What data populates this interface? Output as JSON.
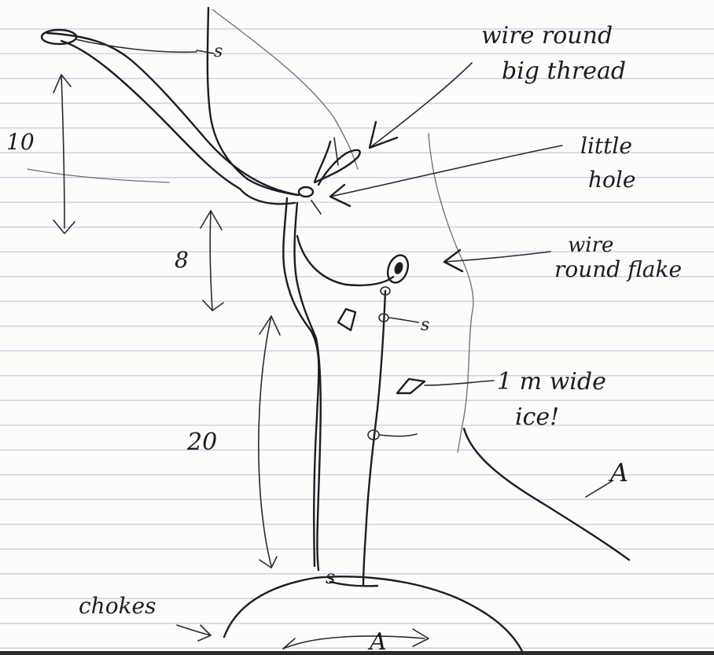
{
  "labels": {
    "wire_round_big_thread_1": "wire round",
    "wire_round_big_thread_2": "big thread",
    "little_hole_1": "little",
    "little_hole_2": "hole",
    "wire_round_flake_1": "wire",
    "wire_round_flake_2": "round flake",
    "one_m_wide_ice_1": "1 m wide",
    "one_m_wide_ice_2": "ice!",
    "chokes": "chokes",
    "dim_10": "10",
    "dim_8": "8",
    "dim_20": "20",
    "anchor_s_top": "s",
    "anchor_s_mid": "s",
    "anchor_s_bottom": "s",
    "section_a_right": "A",
    "section_a_bottom": "A"
  }
}
